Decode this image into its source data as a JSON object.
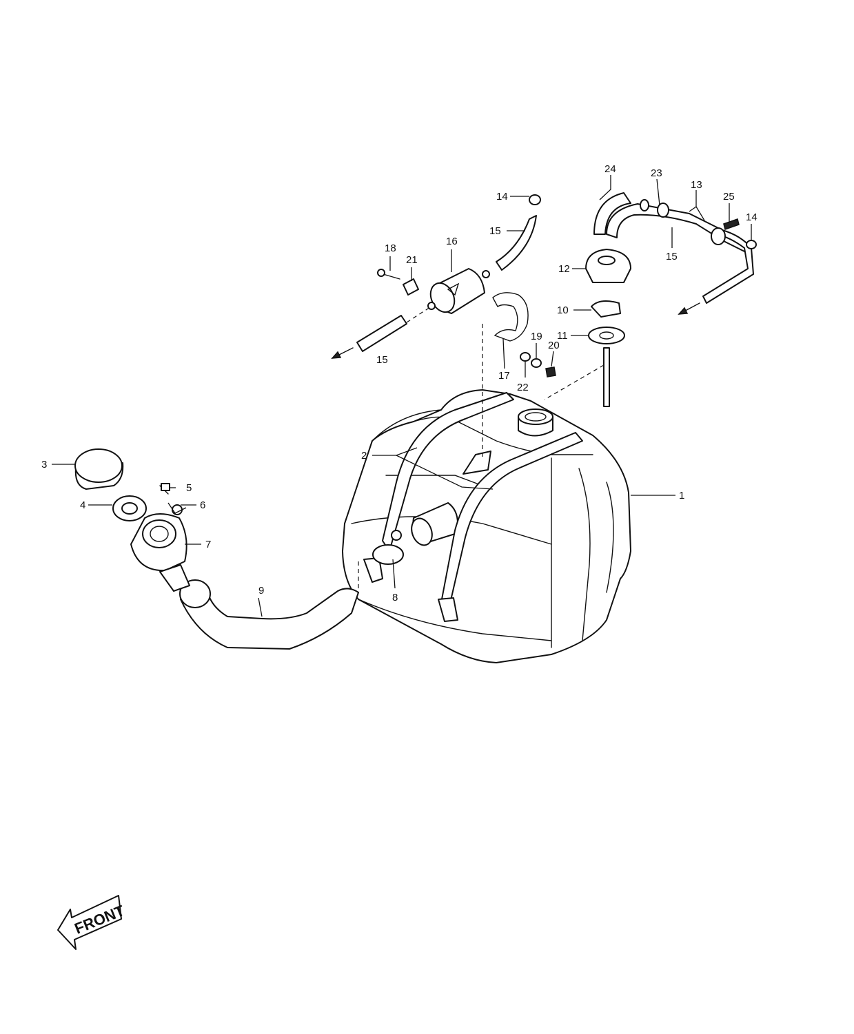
{
  "diagram": {
    "callouts": [
      {
        "id": "callout-1",
        "text": "1"
      },
      {
        "id": "callout-2",
        "text": "2"
      },
      {
        "id": "callout-3",
        "text": "3"
      },
      {
        "id": "callout-4",
        "text": "4"
      },
      {
        "id": "callout-5",
        "text": "5"
      },
      {
        "id": "callout-6",
        "text": "6"
      },
      {
        "id": "callout-7",
        "text": "7"
      },
      {
        "id": "callout-8",
        "text": "8"
      },
      {
        "id": "callout-9",
        "text": "9"
      },
      {
        "id": "callout-10",
        "text": "10"
      },
      {
        "id": "callout-11",
        "text": "11"
      },
      {
        "id": "callout-12",
        "text": "12"
      },
      {
        "id": "callout-13",
        "text": "13"
      },
      {
        "id": "callout-14a",
        "text": "14"
      },
      {
        "id": "callout-14b",
        "text": "14"
      },
      {
        "id": "callout-15a",
        "text": "15"
      },
      {
        "id": "callout-15b",
        "text": "15"
      },
      {
        "id": "callout-15c",
        "text": "15"
      },
      {
        "id": "callout-16",
        "text": "16"
      },
      {
        "id": "callout-17",
        "text": "17"
      },
      {
        "id": "callout-18",
        "text": "18"
      },
      {
        "id": "callout-19",
        "text": "19"
      },
      {
        "id": "callout-20",
        "text": "20"
      },
      {
        "id": "callout-21",
        "text": "21"
      },
      {
        "id": "callout-22",
        "text": "22"
      },
      {
        "id": "callout-23",
        "text": "23"
      },
      {
        "id": "callout-24",
        "text": "24"
      },
      {
        "id": "callout-25",
        "text": "25"
      }
    ],
    "front_marker": "FRONT",
    "colors": {
      "line": "#111111",
      "background": "#ffffff"
    }
  }
}
